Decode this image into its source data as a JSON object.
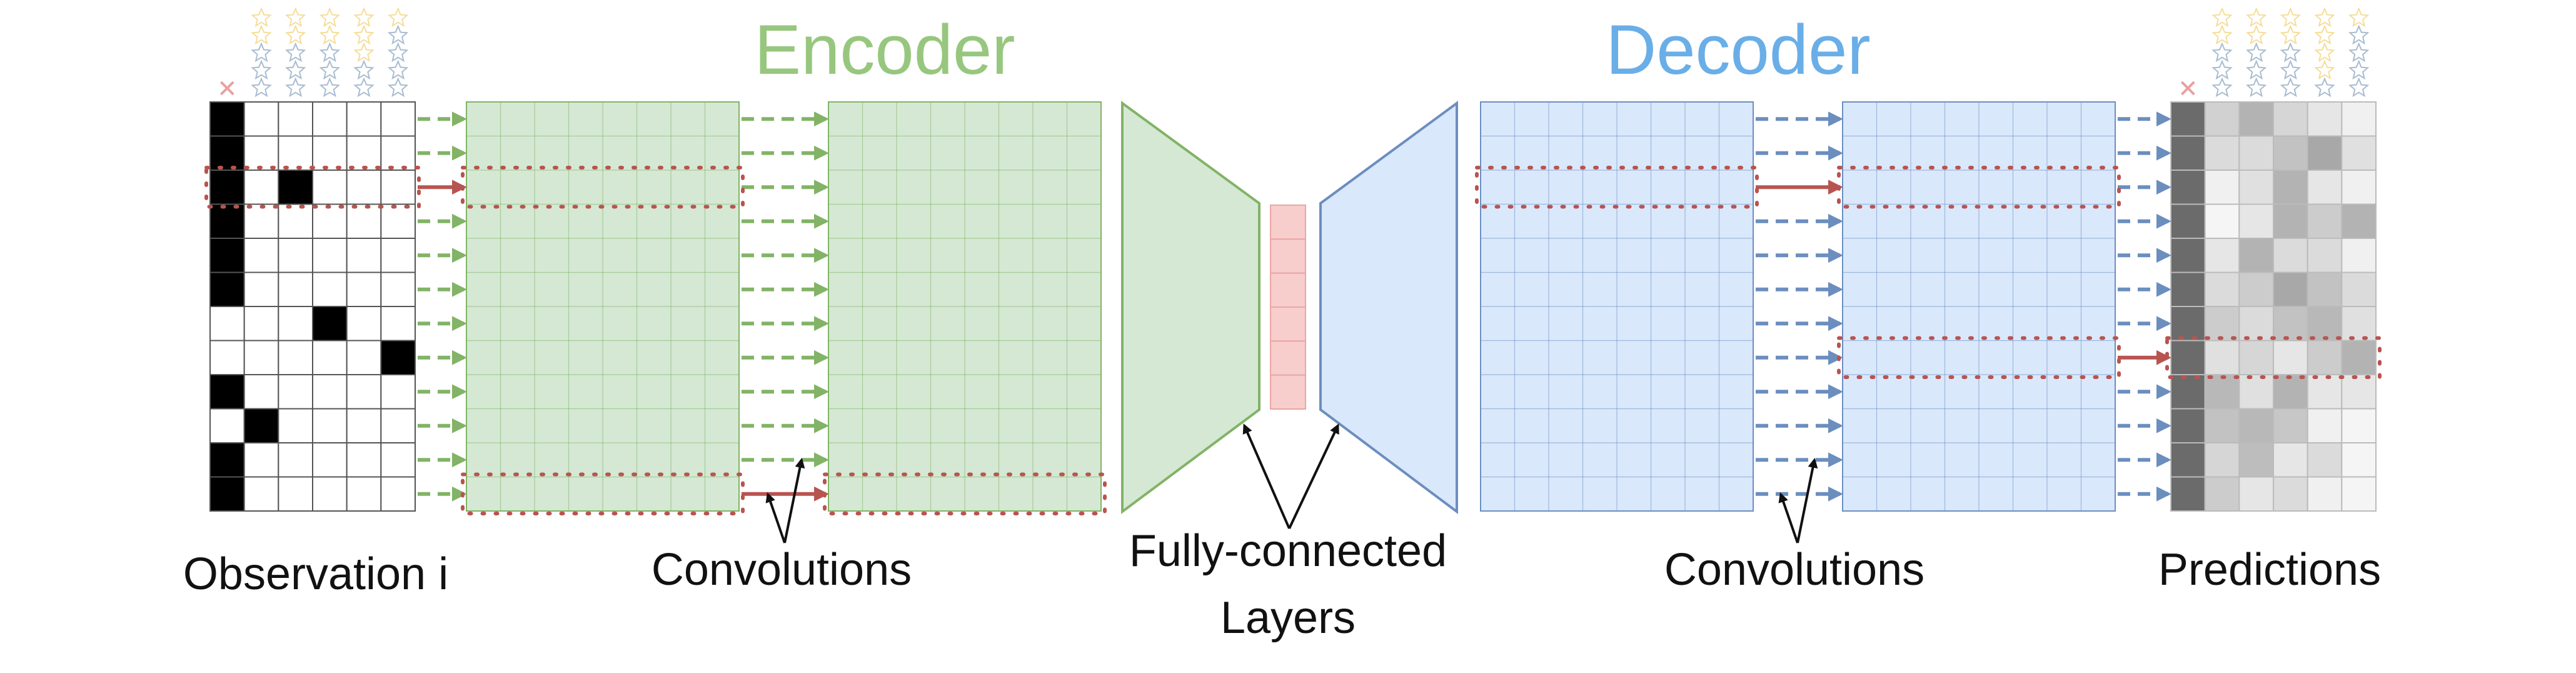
{
  "titles": {
    "encoder": "Encoder",
    "decoder": "Decoder"
  },
  "labels": {
    "observation": "Observation i",
    "convolutions_encoder": "Convolutions",
    "fully_connected_line1": "Fully-connected",
    "fully_connected_line2": "Layers",
    "convolutions_decoder": "Convolutions",
    "predictions": "Predictions"
  },
  "colors": {
    "encoder_fill": "#d5e8d4",
    "encoder_stroke": "#82b366",
    "encoder_title": "#97c77e",
    "decoder_fill": "#dae8fc",
    "decoder_stroke": "#6c8ebf",
    "decoder_title": "#6aaee8",
    "bottleneck_fill": "#f8cecc",
    "bottleneck_stroke": "#e8a6a4",
    "highlight": "#b85450",
    "star_left": "#a9bcd0",
    "star_right": "#f5dd9a",
    "marker": "#e8a0a0"
  },
  "observation_grid": {
    "rows": 12,
    "cols": 6,
    "black_cells": [
      [
        0,
        0
      ],
      [
        1,
        0
      ],
      [
        2,
        0
      ],
      [
        2,
        2
      ],
      [
        3,
        0
      ],
      [
        4,
        0
      ],
      [
        5,
        0
      ],
      [
        6,
        3
      ],
      [
        7,
        5
      ],
      [
        8,
        0
      ],
      [
        9,
        1
      ],
      [
        10,
        0
      ],
      [
        11,
        0
      ]
    ]
  },
  "prediction_grid": {
    "rows": 12,
    "cols": 6,
    "shades": [
      [
        0.42,
        0.82,
        0.7,
        0.84,
        0.9,
        0.94
      ],
      [
        0.42,
        0.86,
        0.86,
        0.76,
        0.66,
        0.88
      ],
      [
        0.42,
        0.94,
        0.88,
        0.7,
        0.9,
        0.94
      ],
      [
        0.42,
        0.96,
        0.9,
        0.7,
        0.8,
        0.7
      ],
      [
        0.42,
        0.9,
        0.7,
        0.86,
        0.86,
        0.94
      ],
      [
        0.42,
        0.86,
        0.8,
        0.66,
        0.76,
        0.86
      ],
      [
        0.42,
        0.8,
        0.86,
        0.76,
        0.72,
        0.88
      ],
      [
        0.42,
        0.88,
        0.84,
        0.9,
        0.8,
        0.7
      ],
      [
        0.42,
        0.72,
        0.88,
        0.7,
        0.9,
        0.9
      ],
      [
        0.42,
        0.76,
        0.72,
        0.78,
        0.94,
        0.96
      ],
      [
        0.42,
        0.84,
        0.74,
        0.9,
        0.86,
        0.96
      ],
      [
        0.42,
        0.8,
        0.9,
        0.86,
        0.94,
        0.96
      ]
    ]
  },
  "observation_stars": [
    0,
    3,
    3,
    3,
    2,
    4
  ],
  "prediction_stars": [
    0,
    3,
    3,
    3,
    1,
    4
  ],
  "highlight_rows": {
    "observation": 2,
    "encoder_conv1": [
      2,
      11
    ],
    "encoder_conv2": 11,
    "decoder_conv1": 2,
    "decoder_conv2": [
      2,
      7
    ],
    "predictions": 7
  },
  "bottleneck_cells": 6
}
